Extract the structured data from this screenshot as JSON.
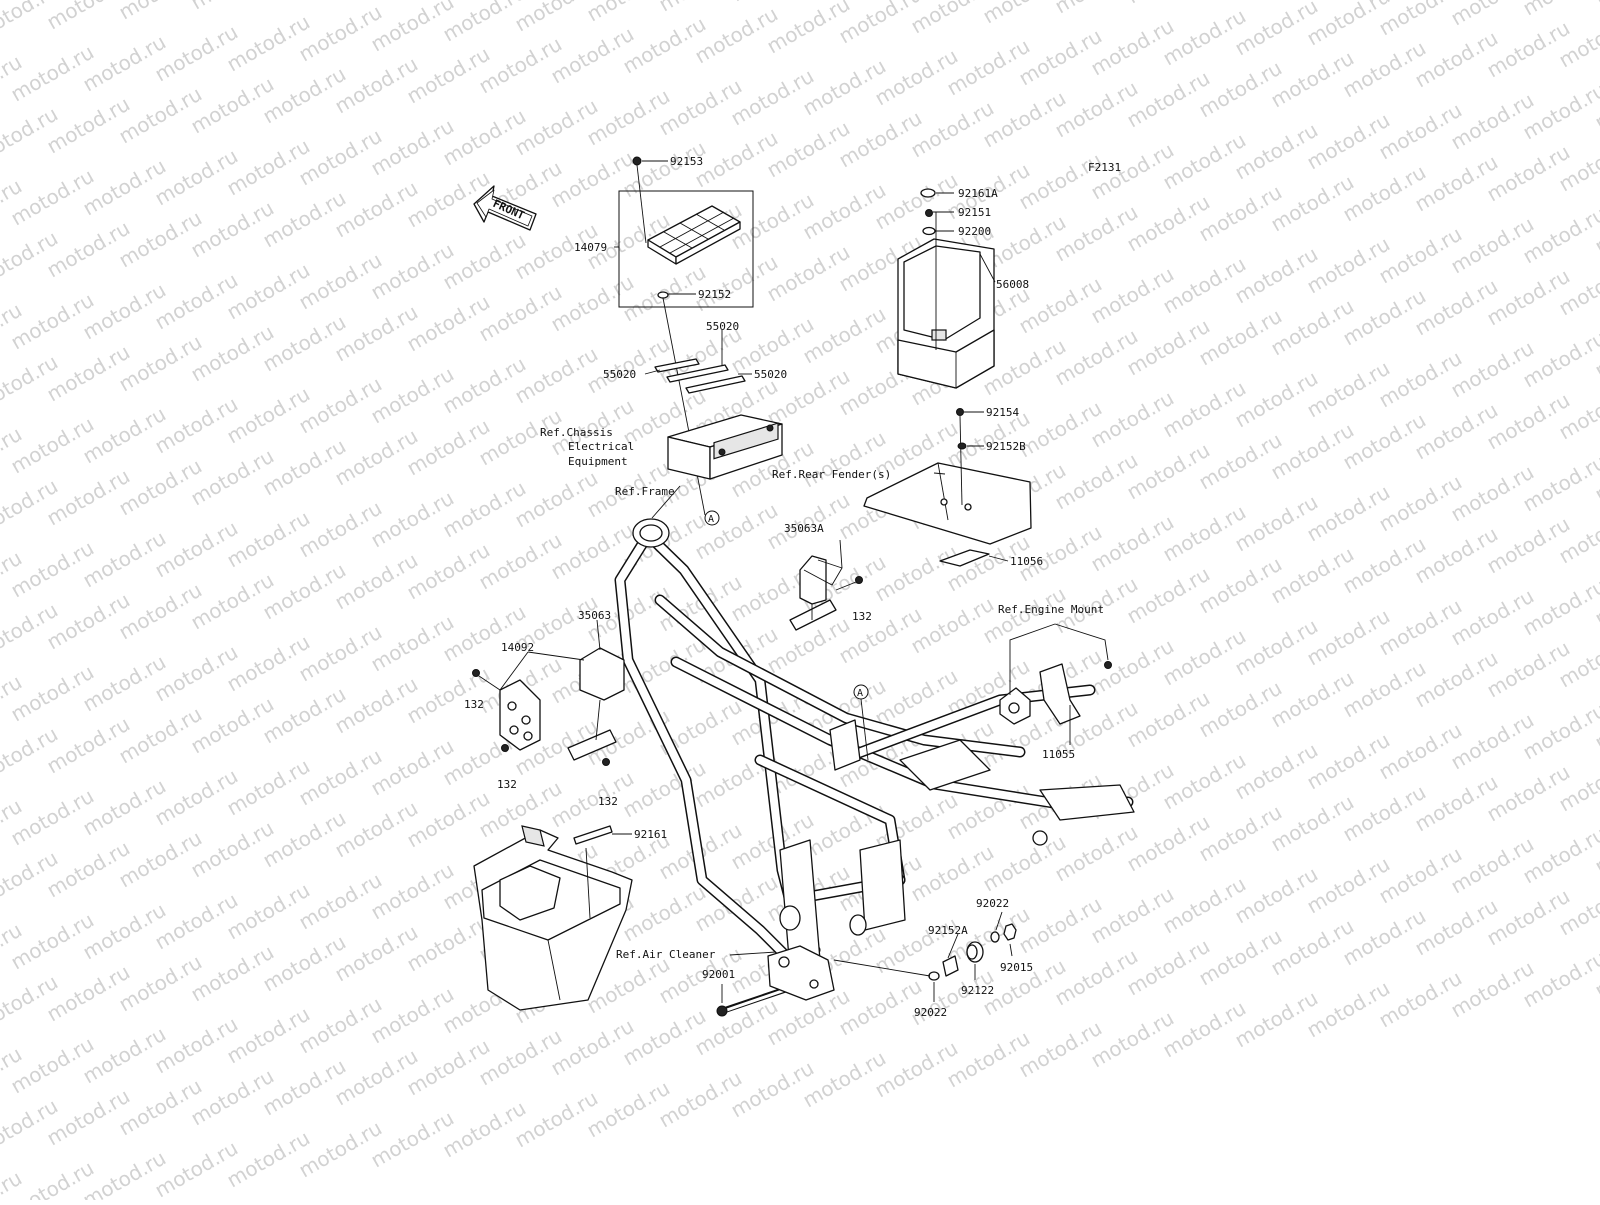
{
  "watermark": "motod.ru",
  "figure_code": "F2131",
  "front_label": "FRONT",
  "callouts": [
    {
      "id": "c92153",
      "text": "92153"
    },
    {
      "id": "c14079",
      "text": "14079"
    },
    {
      "id": "c92152",
      "text": "92152"
    },
    {
      "id": "c55020a",
      "text": "55020"
    },
    {
      "id": "c55020b",
      "text": "55020"
    },
    {
      "id": "c55020c",
      "text": "55020"
    },
    {
      "id": "c92161A",
      "text": "92161A"
    },
    {
      "id": "c92151",
      "text": "92151"
    },
    {
      "id": "c92200",
      "text": "92200"
    },
    {
      "id": "c56008",
      "text": "56008"
    },
    {
      "id": "c92154",
      "text": "92154"
    },
    {
      "id": "c92152B",
      "text": "92152B"
    },
    {
      "id": "c11056",
      "text": "11056"
    },
    {
      "id": "c35063A",
      "text": "35063A"
    },
    {
      "id": "c132a",
      "text": "132"
    },
    {
      "id": "c35063",
      "text": "35063"
    },
    {
      "id": "c14092",
      "text": "14092"
    },
    {
      "id": "c132b",
      "text": "132"
    },
    {
      "id": "c132c",
      "text": "132"
    },
    {
      "id": "c132d",
      "text": "132"
    },
    {
      "id": "c11055",
      "text": "11055"
    },
    {
      "id": "c92161",
      "text": "92161"
    },
    {
      "id": "c92022a",
      "text": "92022"
    },
    {
      "id": "c92152A",
      "text": "92152A"
    },
    {
      "id": "c92015",
      "text": "92015"
    },
    {
      "id": "c92122",
      "text": "92122"
    },
    {
      "id": "c92001",
      "text": "92001"
    },
    {
      "id": "c92022b",
      "text": "92022"
    }
  ],
  "references": {
    "chassis_line1": "Ref.Chassis",
    "chassis_line2": "Electrical",
    "chassis_line3": "Equipment",
    "rear_fender": "Ref.Rear Fender(s)",
    "frame": "Ref.Frame",
    "engine_mount": "Ref.Engine Mount",
    "air_cleaner": "Ref.Air Cleaner"
  },
  "connector_marker": "A"
}
